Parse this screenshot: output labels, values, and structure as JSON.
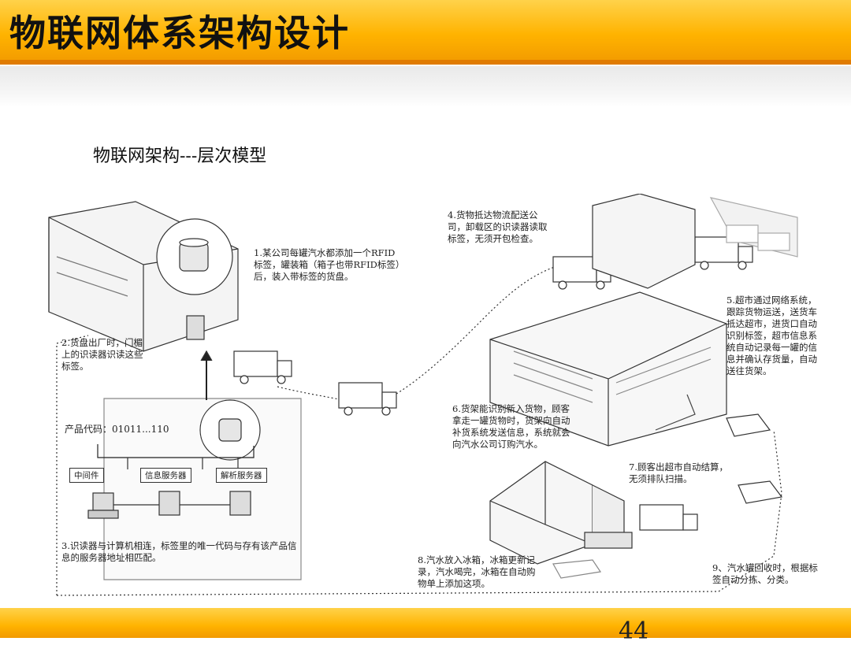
{
  "slide": {
    "title": "物联网体系架构设计",
    "subtitle": "物联网架构---层次模型",
    "page_number": "44"
  },
  "diagram": {
    "steps": [
      {
        "id": "step1",
        "text": "1.某公司每罐汽水都添加一个RFID标签，罐装箱（箱子也带RFID标签）后，装入带标签的货盘。"
      },
      {
        "id": "step2",
        "text": "2.货盘出厂时，门楣上的识读器识读这些标签。"
      },
      {
        "id": "step3",
        "text": "3.识读器与计算机相连，标签里的唯一代码与存有该产品信息的服务器地址相匹配。"
      },
      {
        "id": "step4",
        "text": "4.货物抵达物流配送公司，卸载区的识读器读取标签，无须开包检查。"
      },
      {
        "id": "step5",
        "text": "5.超市通过网络系统，跟踪货物运送，送货车抵达超市，进货口自动识别标签，超市信息系统自动记录每一罐的信息并确认存货量，自动送往货架。"
      },
      {
        "id": "step6",
        "text": "6.货架能识别新入货物，顾客拿走一罐货物时，货架向自动补货系统发送信息，系统就会向汽水公司订购汽水。"
      },
      {
        "id": "step7",
        "text": "7.顾客出超市自动结算，无须排队扫描。"
      },
      {
        "id": "step8",
        "text": "8.汽水放入冰箱，冰箱更新记录，汽水喝完，冰箱在自动购物单上添加这项。"
      },
      {
        "id": "step9",
        "text": "9、汽水罐回收时，根据标签自动分拣、分类。"
      }
    ],
    "product_code": "产品代码：01011...110",
    "servers": [
      "中间件",
      "信息服务器",
      "解析服务器"
    ]
  }
}
